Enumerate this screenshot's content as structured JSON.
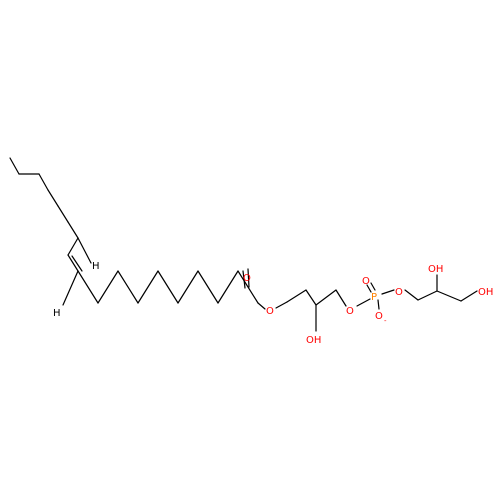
{
  "atoms": {
    "h_upper": "H",
    "h_lower": "H",
    "ester_carbonyl_o": "O",
    "ester_o": "O",
    "glycerol_oh": "OH",
    "phosphate_ester_o_left": "O",
    "phosphorus": "P",
    "phosphoryl_o": "O",
    "phosphate_o_minus": "O",
    "charge_minus": "-",
    "phosphate_ester_o_right": "O",
    "head_oh_1": "OH",
    "head_oh_2": "OH"
  },
  "colors": {
    "carbon_bond": "#000000",
    "oxygen": "#ff0000",
    "phosphorus": "#ff8000",
    "hydrogen": "#000000"
  }
}
